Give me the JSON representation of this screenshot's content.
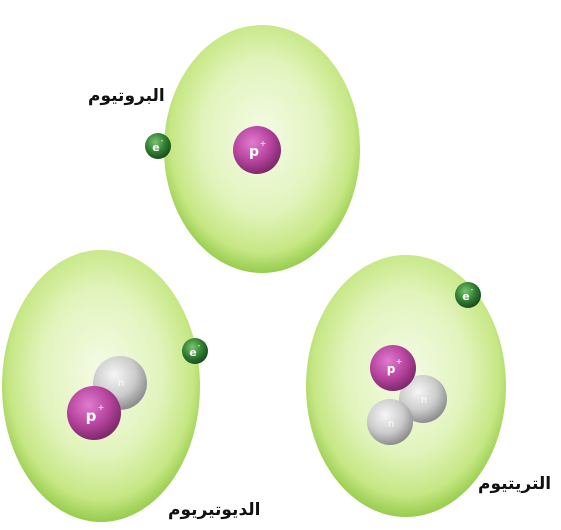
{
  "labels": {
    "protium": "البروتيوم",
    "deuterium": "الديوتيريوم",
    "tritium": "التريتيوم"
  },
  "particles": {
    "electron": "e",
    "electron_charge": "-",
    "proton": "p",
    "proton_charge": "+",
    "neutron": "n"
  },
  "colors": {
    "atom_fill": "#c9e986",
    "atom_edge": "#8cc24a",
    "proton": "#b6439e",
    "neutron": "#c6c6c6",
    "electron": "#2f7d32"
  }
}
